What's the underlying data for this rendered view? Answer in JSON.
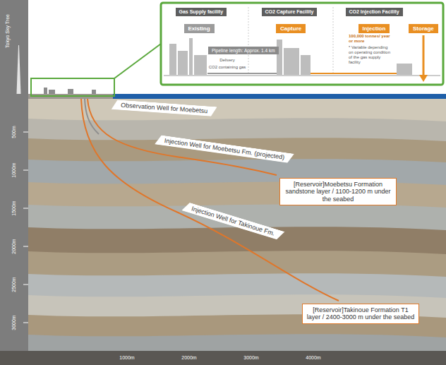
{
  "diagram": {
    "nodes": [
      {
        "text": [
          "Gas Supply facility"
        ]
      },
      {
        "text": [
          "CO2 Capture Facility"
        ]
      },
      {
        "text": [
          "CO2 Injection Facility"
        ]
      },
      {
        "text": [
          "Existing"
        ]
      },
      {
        "text": [
          "Capture"
        ]
      },
      {
        "text": [
          "Injection"
        ]
      },
      {
        "text": [
          "Storage"
        ]
      },
      {
        "text": [
          "Pipeline length: Approx. 1.4 km"
        ]
      },
      {
        "text": [
          "Observation Well for Moebetsu"
        ]
      },
      {
        "text": [
          "Injection Well for Moebetsu Fm. (projected)"
        ]
      },
      {
        "text": [
          "Injection Well for Takinoue Fm."
        ]
      },
      {
        "text": [
          "[Reservoir]Moebetsu Formation sandstone layer / 1100-1200 m under the seabed"
        ]
      },
      {
        "text": [
          "[Reservoir]Takinoue Formation T1 layer / 2400-3000 m under the seabed"
        ]
      }
    ],
    "labels": [
      "Tokyo Sky Tree",
      "500m",
      "1000m",
      "1500m",
      "2000m",
      "2500m",
      "3000m",
      "1000m",
      "2000m",
      "3000m",
      "4000m",
      "100,000 tonnes/ year or more",
      "* Variable depending on operating condition of the gas supply facility",
      "Delivery",
      "CO2 containing gas"
    ]
  }
}
